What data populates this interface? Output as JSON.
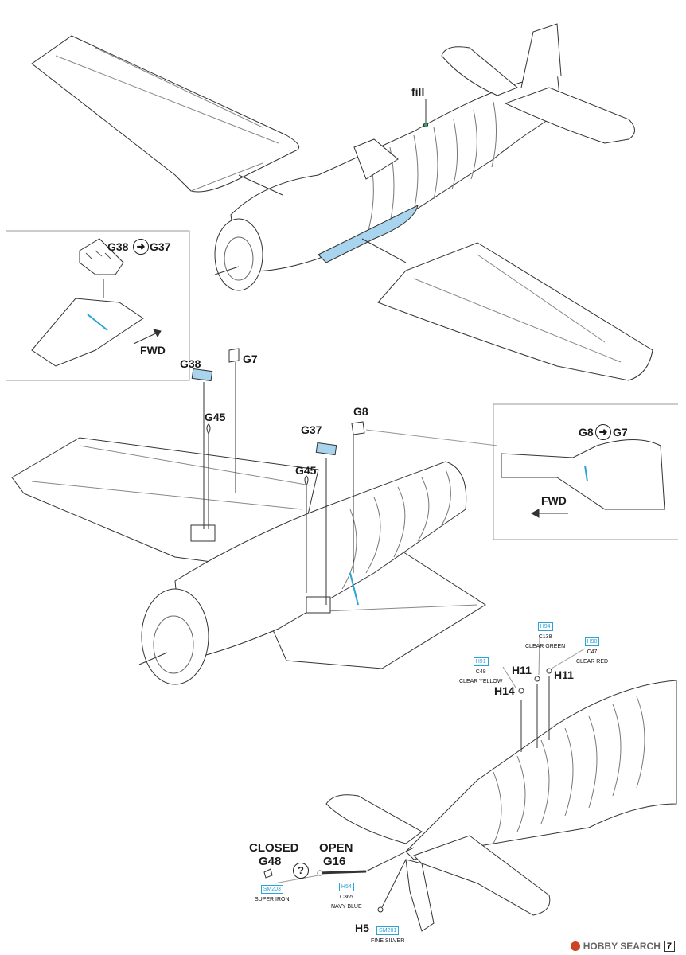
{
  "labels": {
    "fill": "fill",
    "g38_top": "G38",
    "g37_top": "G37",
    "fwd_left": "FWD",
    "g38": "G38",
    "g7": "G7",
    "g45_a": "G45",
    "g37": "G37",
    "g8": "G8",
    "g45_b": "G45",
    "g8_right": "G8",
    "g7_right": "G7",
    "fwd_right": "FWD",
    "h11_a": "H11",
    "h11_b": "H11",
    "h14": "H14",
    "closed": "CLOSED",
    "g48": "G48",
    "open": "OPEN",
    "g16": "G16",
    "h5": "H5",
    "question": "?"
  },
  "colors": {
    "h94": {
      "code": "H94",
      "sub": "C138",
      "name": "CLEAR GREEN"
    },
    "h90": {
      "code": "H90",
      "sub": "C47",
      "name": "CLEAR RED"
    },
    "h91": {
      "code": "H91",
      "sub": "C48",
      "name": "CLEAR YELLOW"
    },
    "sm203": {
      "code": "SM203",
      "name": "SUPER IRON"
    },
    "h54": {
      "code": "H54",
      "sub": "C365",
      "name": "NAVY BLUE"
    },
    "sm201": {
      "code": "SM201",
      "name": "FINE SILVER"
    }
  },
  "footer": {
    "brand": "HOBBY SEARCH",
    "page": "7"
  },
  "accent": {
    "line": "#444444",
    "blue_part": "#a8d4ee",
    "ref_code": "#2aa3d6"
  }
}
